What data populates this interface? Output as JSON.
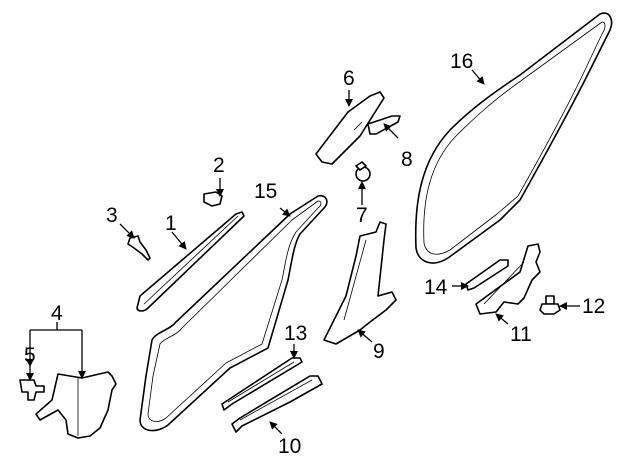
{
  "diagram": {
    "title": "Interior trim - pillars and weatherstrips",
    "callouts": [
      {
        "id": "1",
        "label": "1"
      },
      {
        "id": "2",
        "label": "2"
      },
      {
        "id": "3",
        "label": "3"
      },
      {
        "id": "4",
        "label": "4"
      },
      {
        "id": "5",
        "label": "5"
      },
      {
        "id": "6",
        "label": "6"
      },
      {
        "id": "7",
        "label": "7"
      },
      {
        "id": "8",
        "label": "8"
      },
      {
        "id": "9",
        "label": "9"
      },
      {
        "id": "10",
        "label": "10"
      },
      {
        "id": "11",
        "label": "11"
      },
      {
        "id": "12",
        "label": "12"
      },
      {
        "id": "13",
        "label": "13"
      },
      {
        "id": "14",
        "label": "14"
      },
      {
        "id": "15",
        "label": "15"
      },
      {
        "id": "16",
        "label": "16"
      }
    ]
  }
}
